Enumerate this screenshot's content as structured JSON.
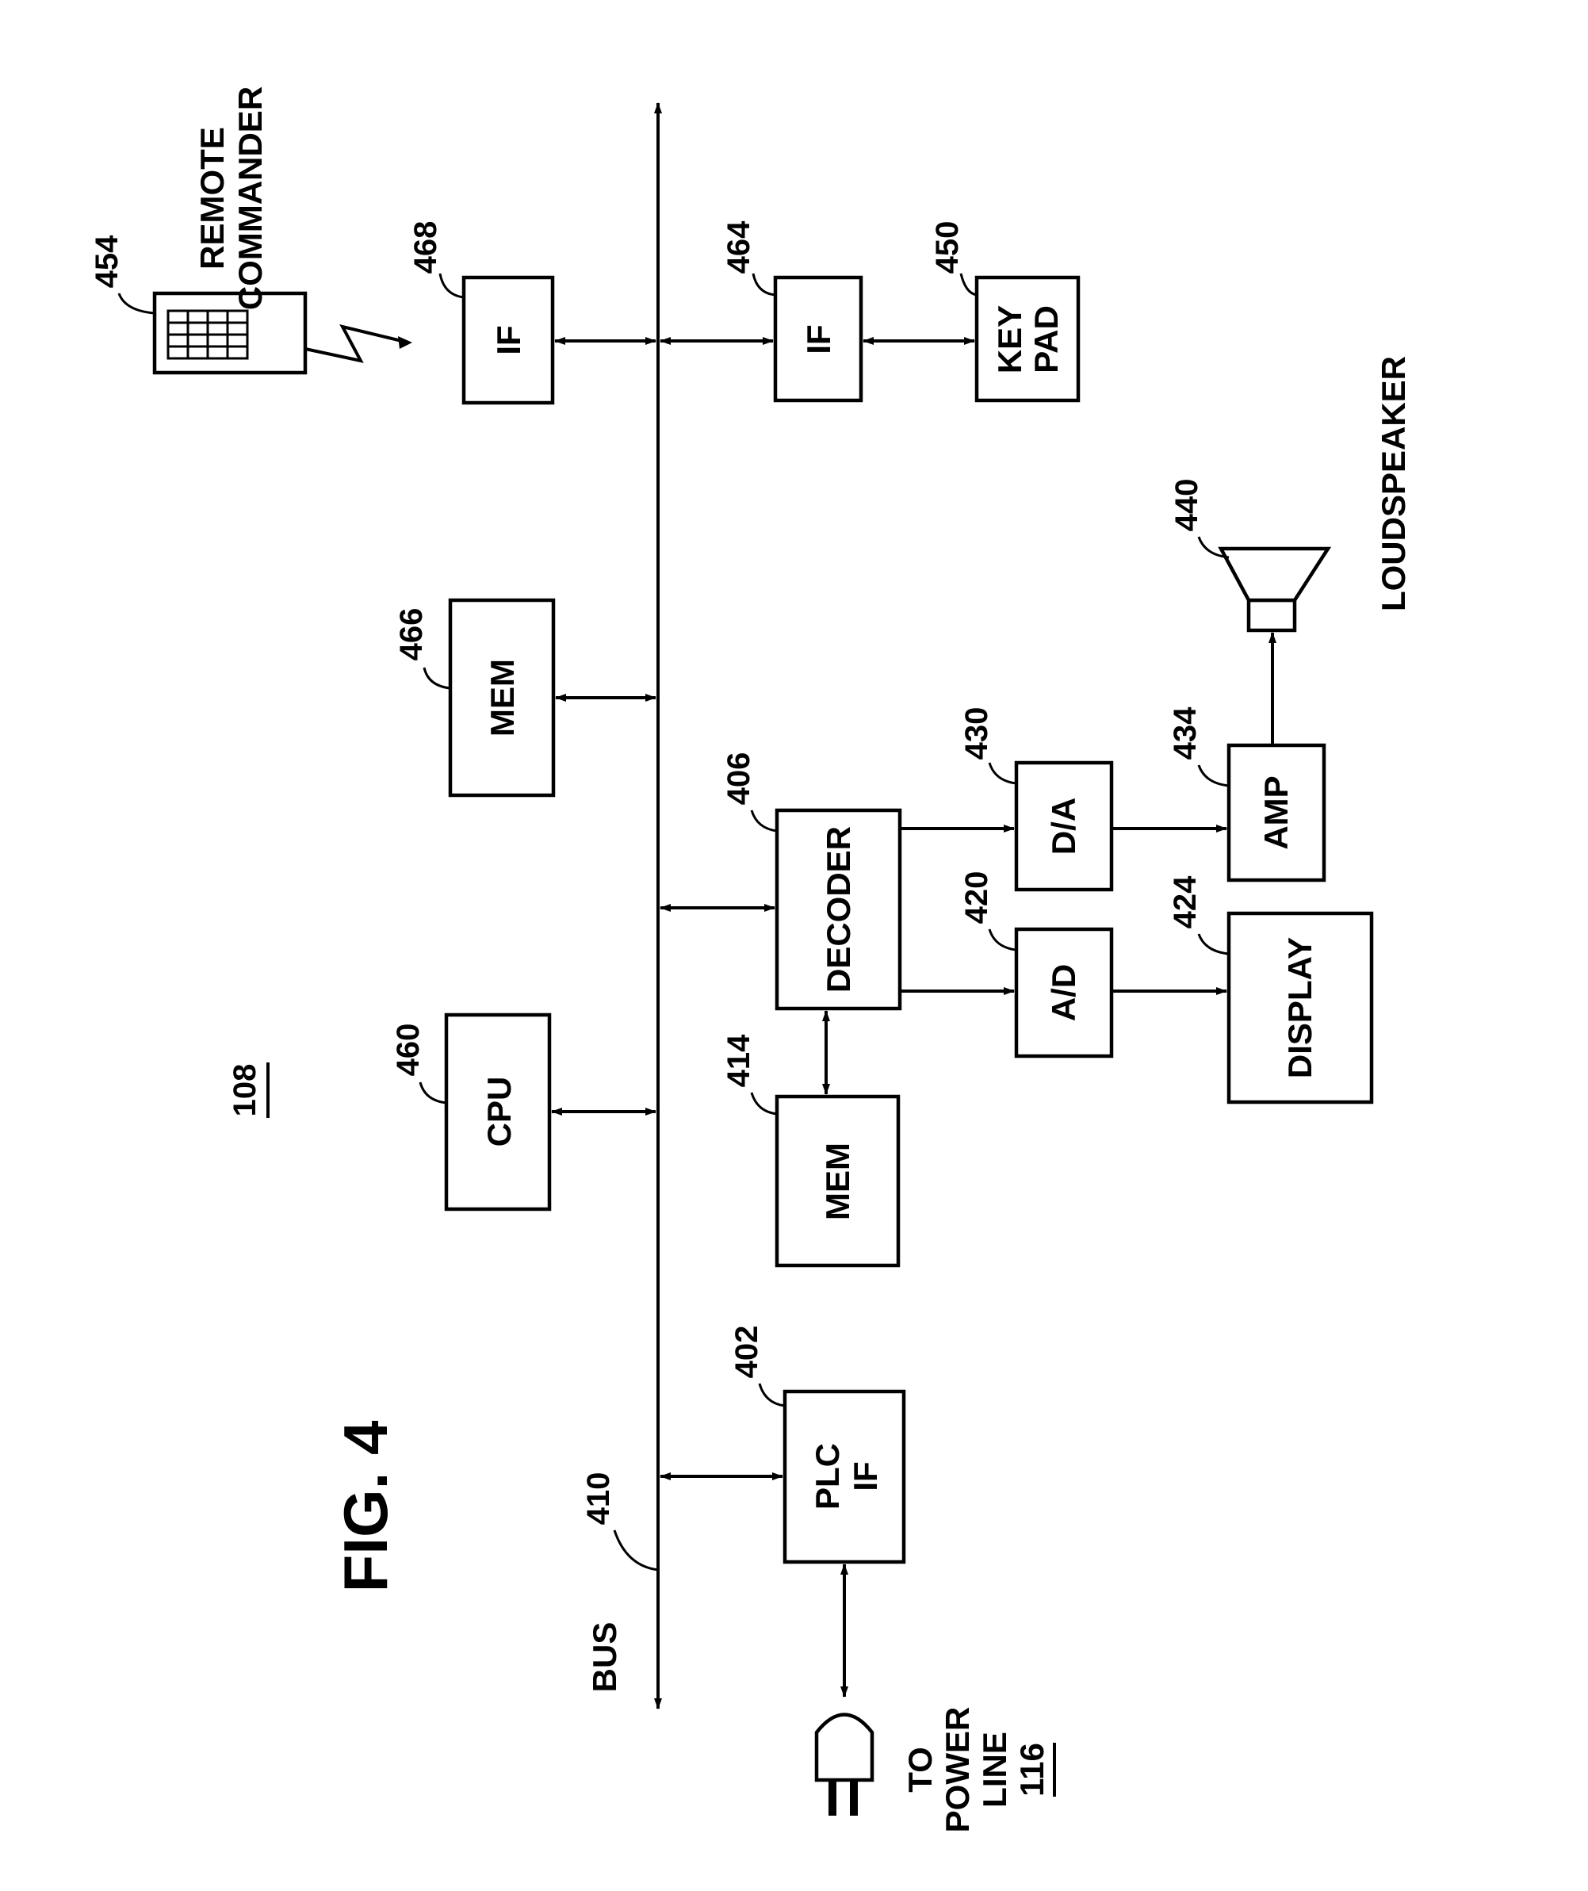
{
  "figure_title": "FIG. 4",
  "device_ref": "108",
  "bus": {
    "label": "BUS",
    "ref": "410"
  },
  "blocks": {
    "plc_if": {
      "line1": "PLC",
      "line2": "IF",
      "ref": "402"
    },
    "decoder": {
      "label": "DECODER",
      "ref": "406"
    },
    "mem_414": {
      "label": "MEM",
      "ref": "414"
    },
    "ad": {
      "label": "A/D",
      "ref": "420"
    },
    "display": {
      "label": "DISPLAY",
      "ref": "424"
    },
    "da": {
      "label": "D/A",
      "ref": "430"
    },
    "amp": {
      "label": "AMP",
      "ref": "434"
    },
    "loudspeaker": {
      "label": "LOUDSPEAKER",
      "ref": "440"
    },
    "keypad": {
      "line1": "KEY",
      "line2": "PAD",
      "ref": "450"
    },
    "remote": {
      "line1": "REMOTE",
      "line2": "COMMANDER",
      "ref": "454"
    },
    "cpu": {
      "label": "CPU",
      "ref": "460"
    },
    "if_464": {
      "label": "IF",
      "ref": "464"
    },
    "mem_466": {
      "label": "MEM",
      "ref": "466"
    },
    "if_468": {
      "label": "IF",
      "ref": "468"
    }
  },
  "power": {
    "line1": "TO",
    "line2": "POWER",
    "line3": "LINE",
    "line4": "116"
  }
}
